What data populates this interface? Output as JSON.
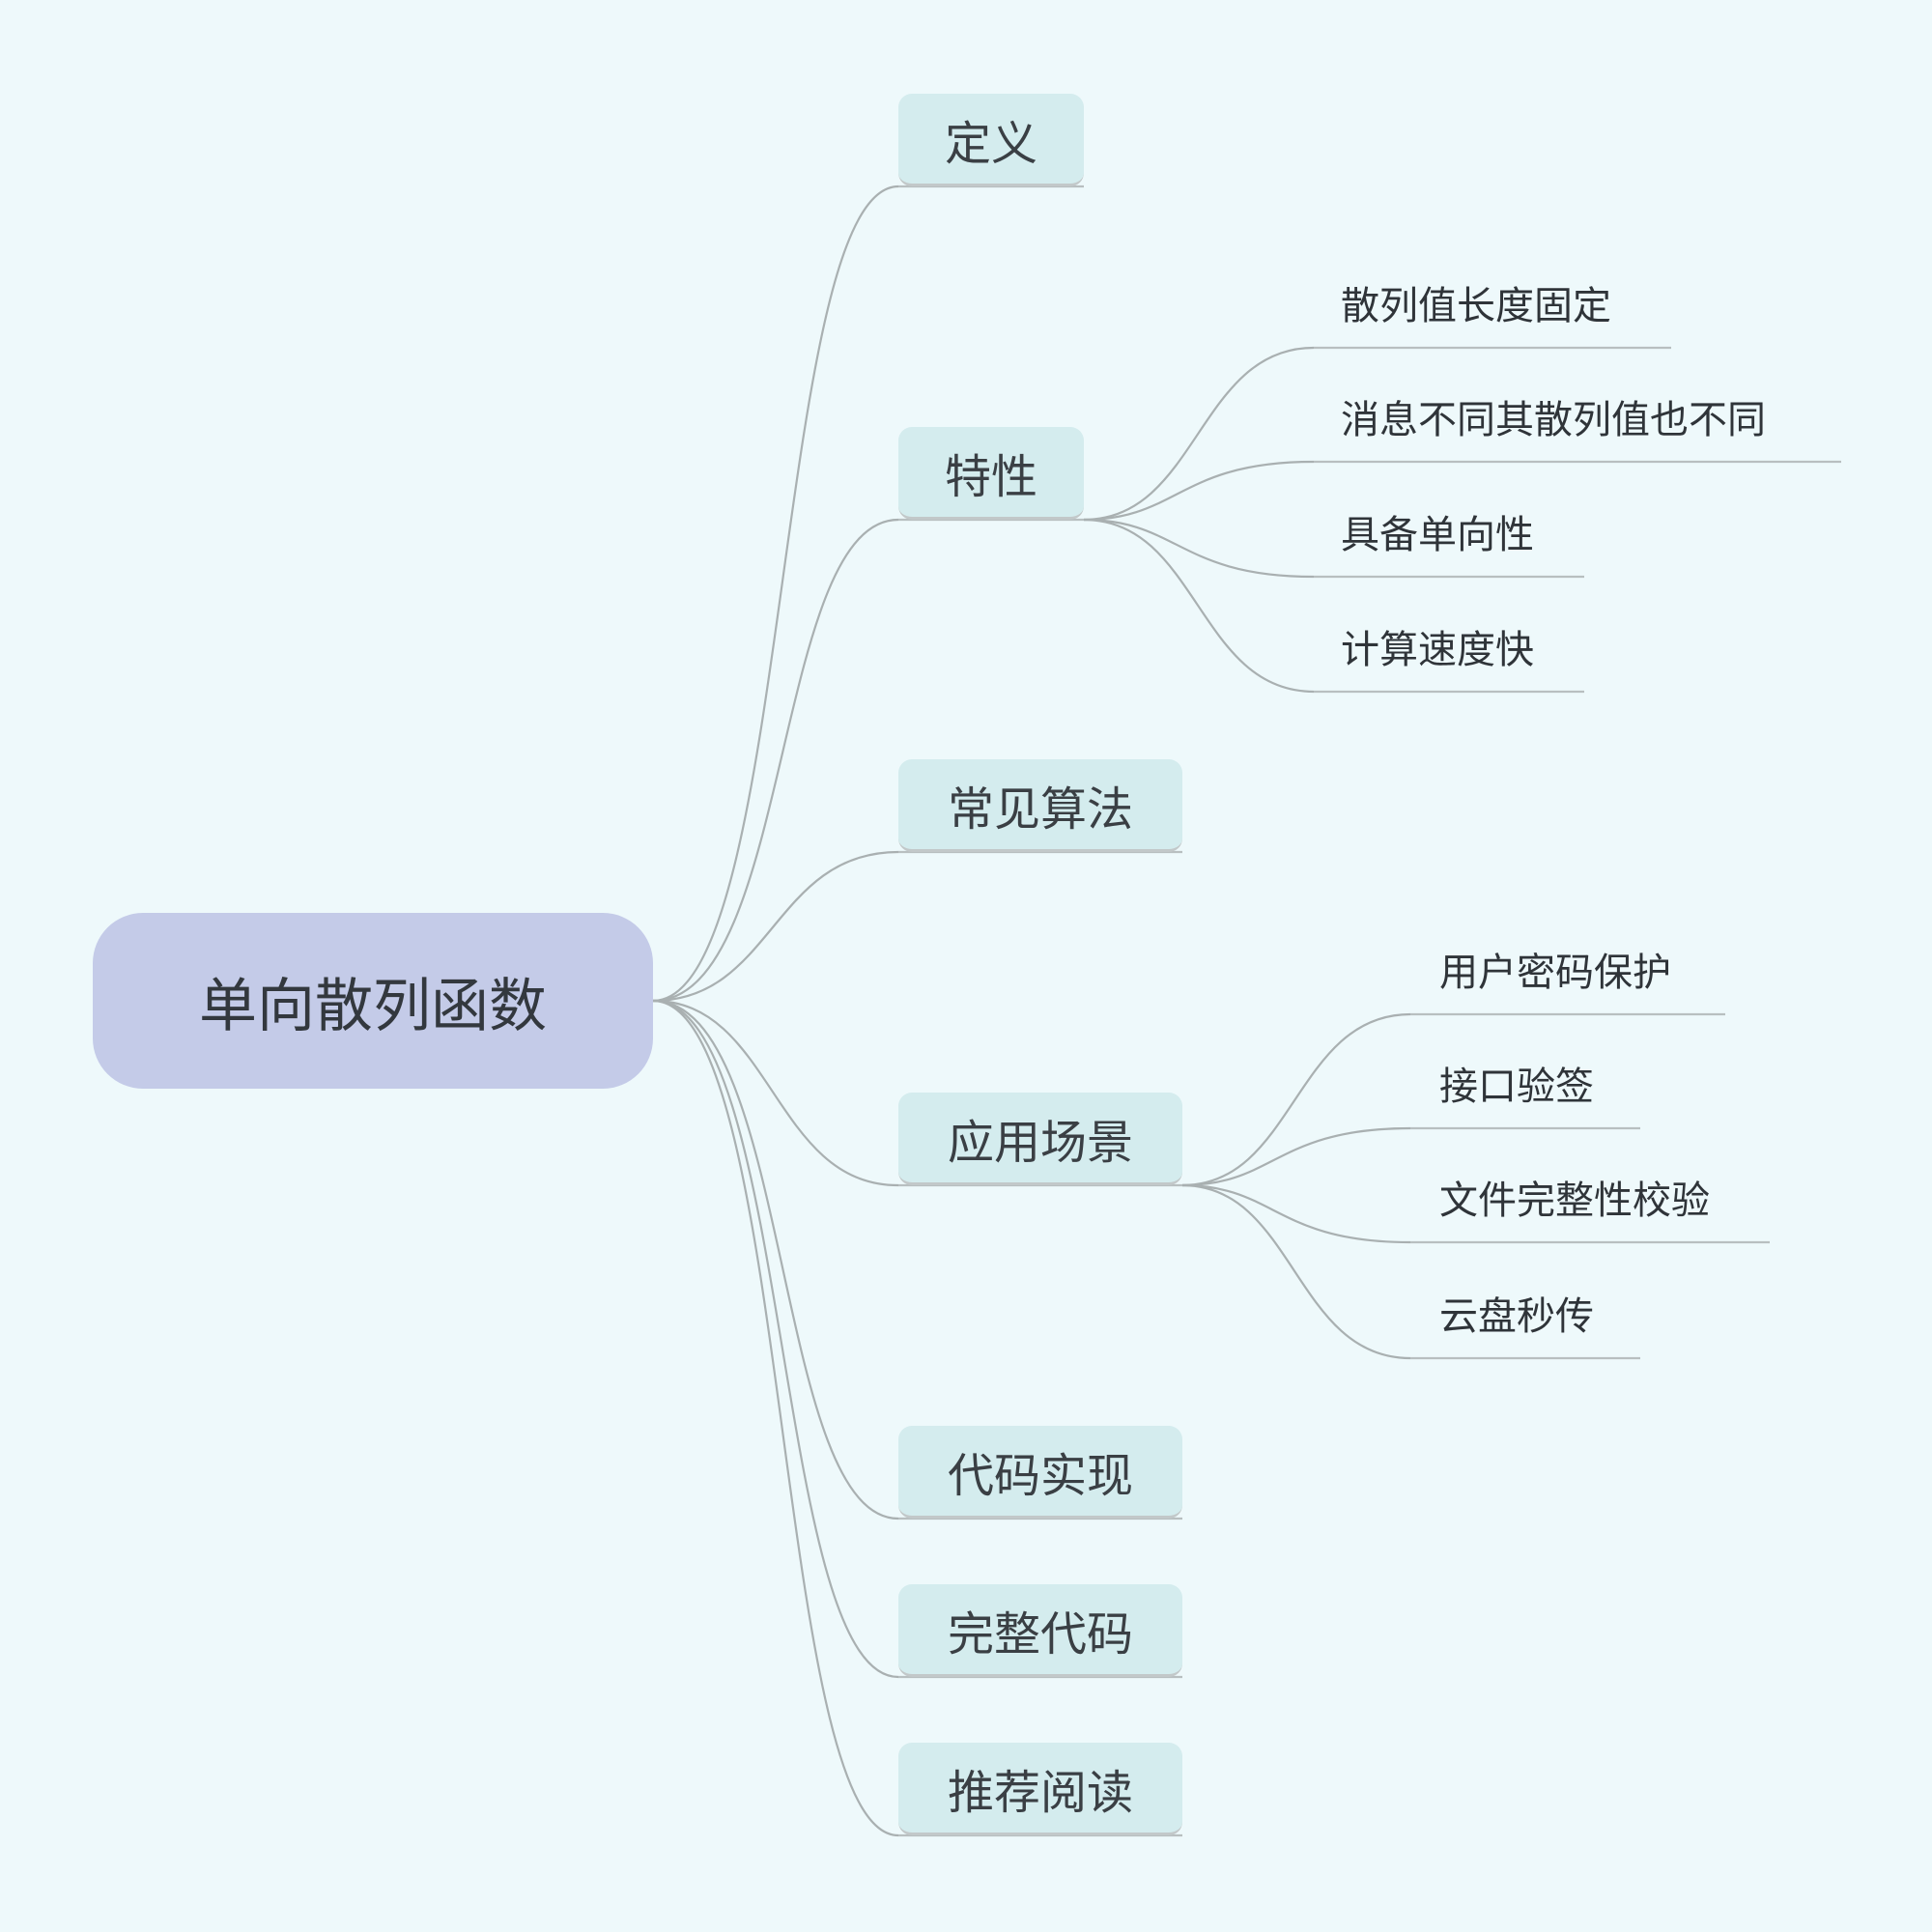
{
  "mindmap": {
    "root": "单向散列函数",
    "branches": [
      {
        "label": "定义"
      },
      {
        "label": "特性",
        "children": [
          "散列值长度固定",
          "消息不同其散列值也不同",
          "具备单向性",
          "计算速度快"
        ]
      },
      {
        "label": "常见算法"
      },
      {
        "label": "应用场景",
        "children": [
          "用户密码保护",
          "接口验签",
          "文件完整性校验",
          "云盘秒传"
        ]
      },
      {
        "label": "代码实现"
      },
      {
        "label": "完整代码"
      },
      {
        "label": "推荐阅读"
      }
    ]
  },
  "colors": {
    "background": "#eef9fb",
    "root_fill": "#c4cbe8",
    "branch_fill": "#d4ecee",
    "connector": "#a9b0b1"
  }
}
